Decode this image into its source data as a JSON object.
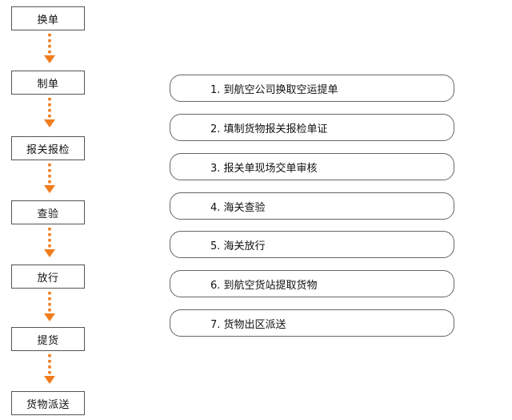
{
  "flow": {
    "steps": [
      {
        "label": "换单"
      },
      {
        "label": "制单"
      },
      {
        "label": "报关报检"
      },
      {
        "label": "查验"
      },
      {
        "label": "放行"
      },
      {
        "label": "提货"
      },
      {
        "label": "货物派送"
      }
    ],
    "arrow_color": "#f07c1e"
  },
  "details": {
    "items": [
      {
        "label": "1. 到航空公司换取空运提单"
      },
      {
        "label": "2. 填制货物报关报检单证"
      },
      {
        "label": "3. 报关单现场交单审核"
      },
      {
        "label": "4. 海关查验"
      },
      {
        "label": "5. 海关放行"
      },
      {
        "label": "6. 到航空货站提取货物"
      },
      {
        "label": "7. 货物出区派送"
      }
    ]
  }
}
